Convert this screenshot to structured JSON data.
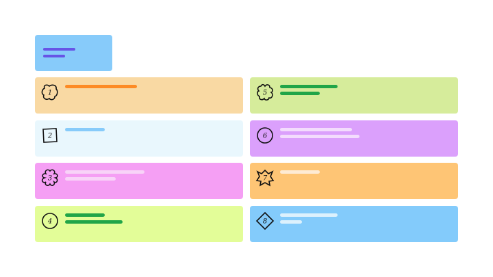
{
  "colors": {
    "header_bg": "#87cbfa",
    "header_lines": "#6754e6"
  },
  "cards": [
    {
      "number": "1",
      "shape": "blob-icon",
      "bg": "#f9d9a3",
      "line_color": "#fd8b25",
      "lines": [
        1.0
      ]
    },
    {
      "number": "2",
      "shape": "square-icon",
      "bg": "#e9f7fd",
      "line_color": "#87cbfa",
      "lines": [
        0.55
      ]
    },
    {
      "number": "3",
      "shape": "flower-icon",
      "bg": "#f59ff4",
      "line_color": "#f8d3f8",
      "lines": [
        1.1,
        0.7
      ]
    },
    {
      "number": "4",
      "shape": "circle-icon",
      "bg": "#e3fd98",
      "line_color": "#21a548",
      "lines": [
        0.55,
        0.8
      ]
    },
    {
      "number": "5",
      "shape": "clover-icon",
      "bg": "#d6ec9b",
      "line_color": "#21a548",
      "lines": [
        0.8,
        0.55
      ]
    },
    {
      "number": "6",
      "shape": "circle-icon",
      "bg": "#dba0fc",
      "line_color": "#f3dcfd",
      "lines": [
        1.0,
        1.1
      ]
    },
    {
      "number": "7",
      "shape": "burst-icon",
      "bg": "#fec575",
      "line_color": "#feebd4",
      "lines": [
        0.55
      ]
    },
    {
      "number": "8",
      "shape": "diamond-icon",
      "bg": "#83cbfb",
      "line_color": "#dcf1fd",
      "lines": [
        0.8,
        0.3
      ]
    }
  ]
}
